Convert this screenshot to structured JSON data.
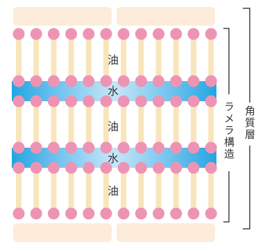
{
  "diagram": {
    "layer_labels": [
      "油",
      "水",
      "油",
      "水",
      "油"
    ],
    "bracket_inner_label": "ラメラ構造",
    "bracket_outer_label": "角質層"
  },
  "colors": {
    "cell_tile": "#fcecd9",
    "lipid_tail": "#f8e5bd",
    "lipid_head": "#ed94b5",
    "water_band": "#22a6e2",
    "water_band_center": "#c3e4f8",
    "bracket_line": "#444444",
    "text": "#333333"
  }
}
